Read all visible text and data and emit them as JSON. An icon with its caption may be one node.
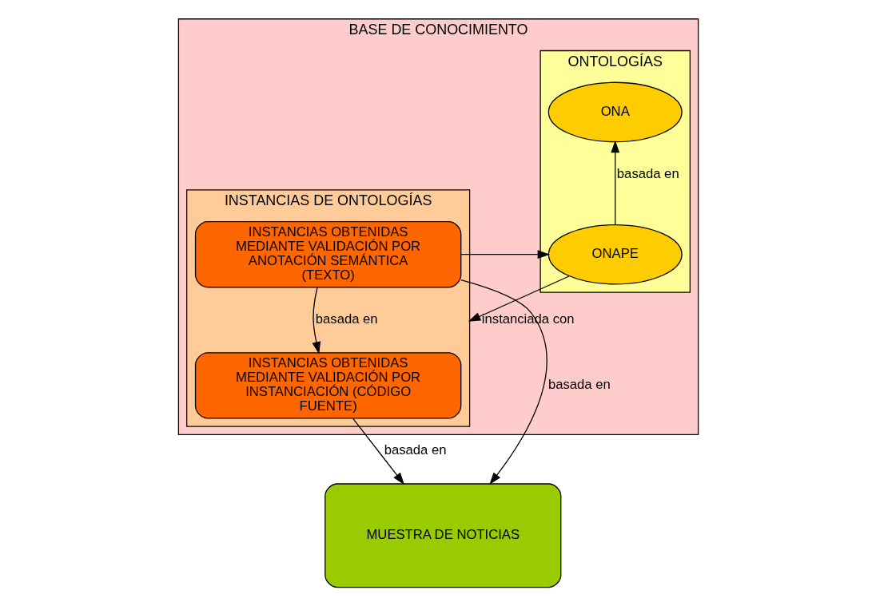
{
  "diagram": {
    "nodes": [
      {
        "text": [
          "BASE DE CONOCIMIENTO"
        ]
      },
      {
        "text": [
          "ONTOLOGÍAS"
        ],
        "in": 0
      },
      {
        "text": [
          "ONA"
        ],
        "in": 1
      },
      {
        "text": [
          "ONAPE"
        ],
        "in": 1
      },
      {
        "text": [
          "INSTANCIAS DE ONTOLOGÍAS"
        ],
        "in": 0
      },
      {
        "text": [
          "INSTANCIAS OBTENIDAS MEDIANTE VALIDACIÓN POR ANOTACIÓN SEMÁNTICA (TEXTO)"
        ],
        "in": 4
      },
      {
        "text": [
          "INSTANCIAS OBTENIDAS MEDIANTE VALIDACIÓN POR INSTANCIACIÓN (CÓDIGO FUENTE)"
        ],
        "in": 4
      },
      {
        "text": [
          "MUESTRA DE NOTICIAS"
        ]
      }
    ],
    "edges": [
      {
        "from": 3,
        "to": 2,
        "arrow": "to",
        "label": "basada en"
      },
      {
        "from": 5,
        "to": 6,
        "arrow": "to",
        "label": "basada en"
      },
      {
        "from": 5,
        "to": 3,
        "arrow": "to"
      },
      {
        "from": 3,
        "to": 4,
        "arrow": "to",
        "label": "instanciada con"
      },
      {
        "from": 5,
        "to": 7,
        "arrow": "to",
        "label": "basada en"
      },
      {
        "from": 6,
        "to": 7,
        "arrow": "to",
        "label": "basada en"
      }
    ]
  }
}
